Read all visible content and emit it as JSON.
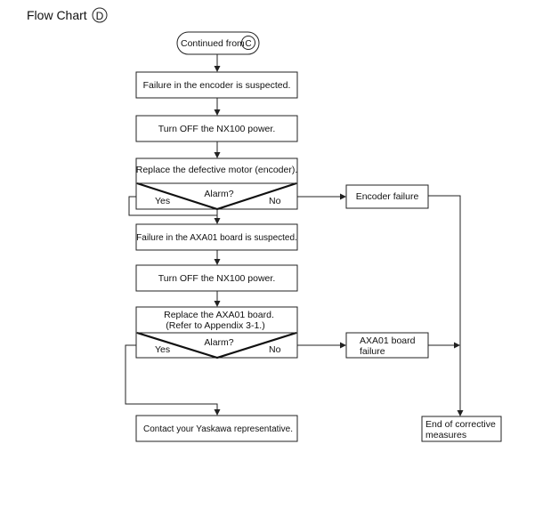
{
  "title": "Flow Chart",
  "title_marker": "D",
  "start_text": "Continued from",
  "start_marker": "C",
  "steps": {
    "encoder_suspected": "Failure in the encoder is suspected.",
    "power_off_1": "Turn OFF the NX100 power.",
    "replace_motor": "Replace the defective motor (encoder).",
    "axa01_suspected": "Failure in the AXA01 board is suspected.",
    "power_off_2": "Turn OFF the NX100 power.",
    "replace_axa01_line1": "Replace the AXA01 board.",
    "replace_axa01_line2": "(Refer to Appendix 3-1.)",
    "contact": "Contact your Yaskawa representative."
  },
  "decisions": {
    "alarm_1": {
      "question": "Alarm?",
      "yes": "Yes",
      "no": "No"
    },
    "alarm_2": {
      "question": "Alarm?",
      "yes": "Yes",
      "no": "No"
    }
  },
  "results": {
    "encoder_failure": "Encoder failure",
    "axa01_failure_line1": "AXA01 board",
    "axa01_failure_line2": "failure",
    "end_line1": "End of corrective",
    "end_line2": "measures"
  }
}
